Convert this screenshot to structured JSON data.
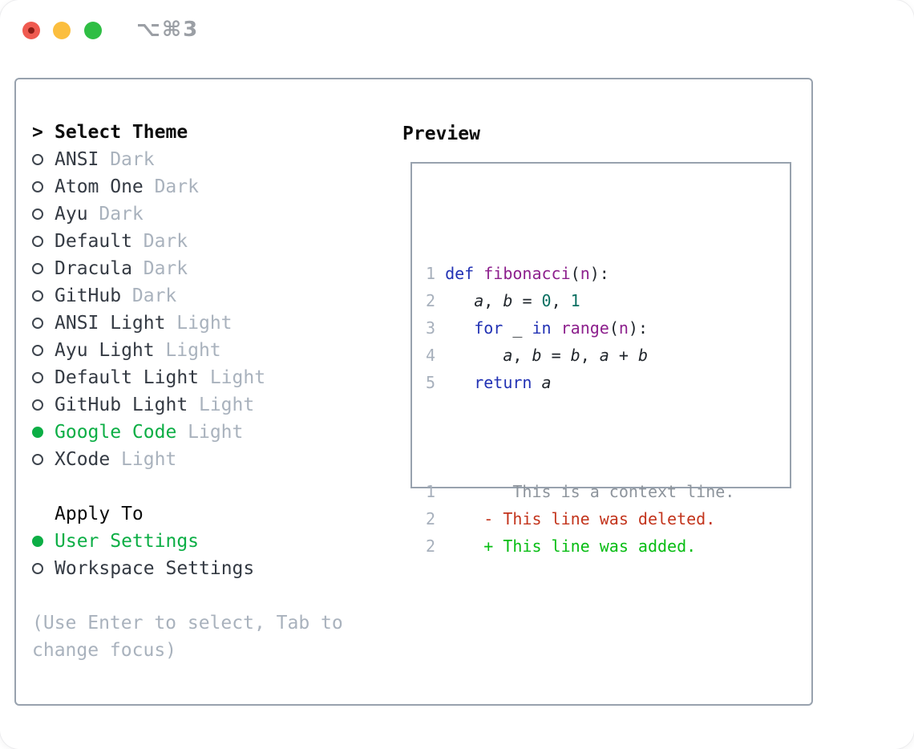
{
  "window": {
    "title": "⌥⌘3"
  },
  "theme_menu": {
    "header_marker": ">",
    "header": "Select Theme",
    "items": [
      {
        "name": "ANSI",
        "tag": "Dark",
        "selected": false
      },
      {
        "name": "Atom One",
        "tag": "Dark",
        "selected": false
      },
      {
        "name": "Ayu",
        "tag": "Dark",
        "selected": false
      },
      {
        "name": "Default",
        "tag": "Dark",
        "selected": false
      },
      {
        "name": "Dracula",
        "tag": "Dark",
        "selected": false
      },
      {
        "name": "GitHub",
        "tag": "Dark",
        "selected": false
      },
      {
        "name": "ANSI Light",
        "tag": "Light",
        "selected": false
      },
      {
        "name": "Ayu Light",
        "tag": "Light",
        "selected": false
      },
      {
        "name": "Default Light",
        "tag": "Light",
        "selected": false
      },
      {
        "name": "GitHub Light",
        "tag": "Light",
        "selected": false
      },
      {
        "name": "Google Code",
        "tag": "Light",
        "selected": true
      },
      {
        "name": "XCode",
        "tag": "Light",
        "selected": false
      }
    ]
  },
  "apply_to": {
    "header": "Apply To",
    "items": [
      {
        "name": "User Settings",
        "selected": true
      },
      {
        "name": "Workspace Settings",
        "selected": false
      }
    ]
  },
  "help_text": "(Use Enter to select, Tab to change focus)",
  "preview": {
    "header": "Preview",
    "code_lines": [
      {
        "num": "1",
        "segs": [
          [
            "kw",
            "def"
          ],
          [
            "pun",
            " "
          ],
          [
            "fn",
            "fibonacci"
          ],
          [
            "pun",
            "("
          ],
          [
            "fn",
            "n"
          ],
          [
            "pun",
            "):"
          ]
        ]
      },
      {
        "num": "2",
        "segs": [
          [
            "pun",
            "   "
          ],
          [
            "var",
            "a"
          ],
          [
            "pun",
            ", "
          ],
          [
            "var",
            "b"
          ],
          [
            "pun",
            " = "
          ],
          [
            "lit",
            "0"
          ],
          [
            "pun",
            ", "
          ],
          [
            "lit",
            "1"
          ]
        ]
      },
      {
        "num": "3",
        "segs": [
          [
            "pun",
            "   "
          ],
          [
            "kw",
            "for"
          ],
          [
            "pun",
            " _ "
          ],
          [
            "kw",
            "in"
          ],
          [
            "pun",
            " "
          ],
          [
            "fn",
            "range"
          ],
          [
            "pun",
            "("
          ],
          [
            "fn",
            "n"
          ],
          [
            "pun",
            "):"
          ]
        ]
      },
      {
        "num": "4",
        "segs": [
          [
            "pun",
            "      "
          ],
          [
            "var",
            "a"
          ],
          [
            "pun",
            ", "
          ],
          [
            "var",
            "b"
          ],
          [
            "pun",
            " = "
          ],
          [
            "var",
            "b"
          ],
          [
            "pun",
            ", "
          ],
          [
            "var",
            "a"
          ],
          [
            "pun",
            " + "
          ],
          [
            "var",
            "b"
          ]
        ]
      },
      {
        "num": "5",
        "segs": [
          [
            "pun",
            "   "
          ],
          [
            "kw",
            "return"
          ],
          [
            "pun",
            " "
          ],
          [
            "var",
            "a"
          ]
        ]
      }
    ],
    "diff_lines": [
      {
        "num": "1",
        "segs": [
          [
            "ctx",
            "       This is a context line."
          ]
        ]
      },
      {
        "num": "2",
        "segs": [
          [
            "del",
            "    - This line was deleted."
          ]
        ]
      },
      {
        "num": "2",
        "segs": [
          [
            "add",
            "    + This line was added."
          ]
        ]
      }
    ]
  },
  "colors": {
    "accent_green": "#0cae45",
    "added_green": "#08bd14",
    "deleted_red": "#c3351d",
    "keyword_blue": "#2232b4",
    "function_purple": "#8d208d",
    "literal_teal": "#0b6f61",
    "muted_gray": "#a9b2bd",
    "border_gray": "#98a2ae",
    "traffic_red": "#ef5a50",
    "traffic_yellow": "#fbbe3e",
    "traffic_green": "#2fbe44"
  }
}
